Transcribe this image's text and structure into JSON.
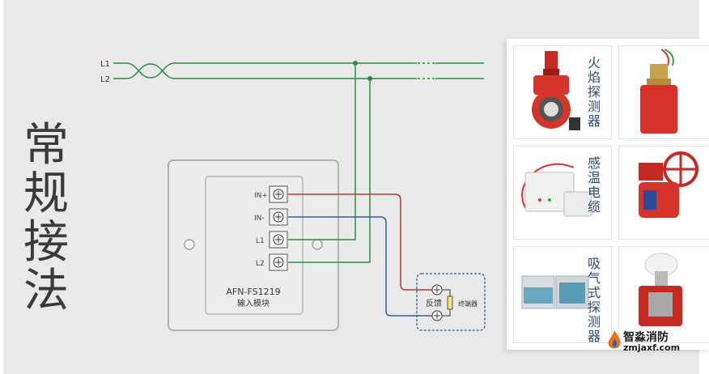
{
  "title": "常规接法",
  "wiring": {
    "bus_labels": [
      "L1",
      "L2"
    ],
    "module": {
      "terminals": [
        "IN+",
        "IN-",
        "L1",
        "L2"
      ],
      "model": "AFN-FS1219",
      "name": "输入模块"
    },
    "feedback": {
      "label": "反馈",
      "terminator": "终端器"
    }
  },
  "products": [
    {
      "label": "火焰探测器"
    },
    {
      "label": "感温电缆"
    },
    {
      "label": "吸气式探测器"
    }
  ],
  "watermark": {
    "name": "智淼消防",
    "url": "zmjaxf.com"
  },
  "colors": {
    "bus": "#2e8a46",
    "in_plus": "#b03a2e",
    "in_minus": "#2c5f9e",
    "product_label": "#2b4a74"
  }
}
